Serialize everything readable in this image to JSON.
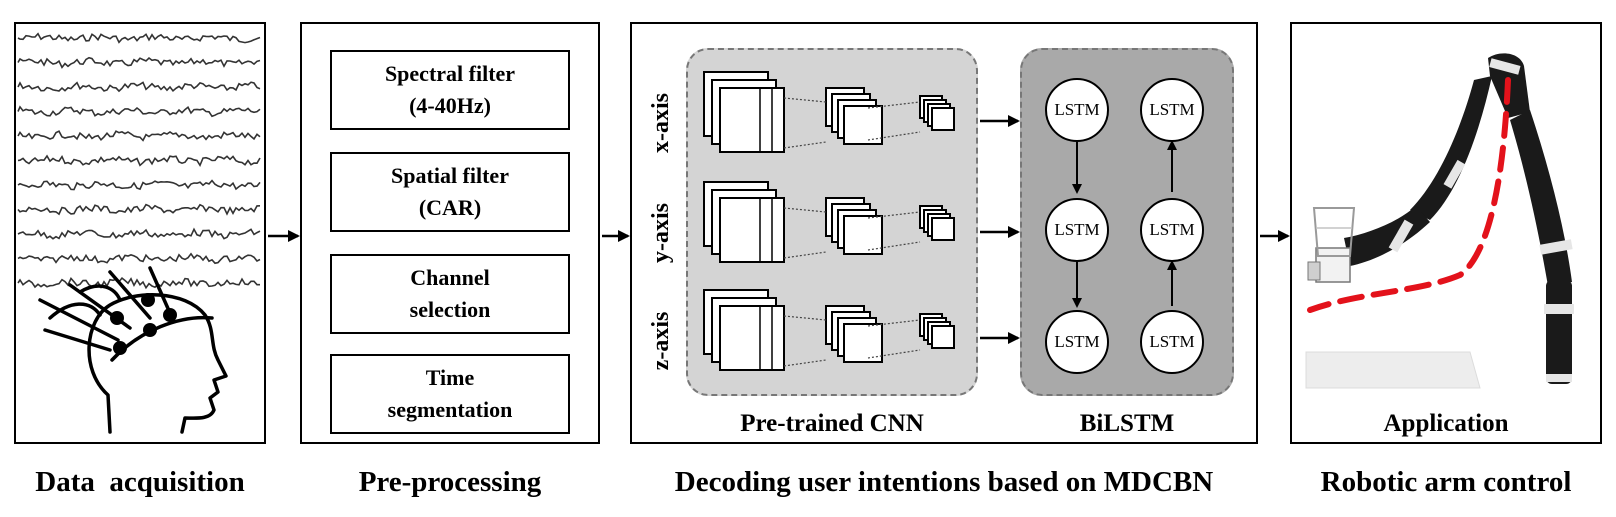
{
  "sections": {
    "data_acquisition": "Data  acquisition",
    "pre_processing": "Pre-processing",
    "decoding": "Decoding user intentions based on MDCBN",
    "robotic": "Robotic arm control"
  },
  "preprocessing_steps": [
    {
      "line1": "Spectral filter",
      "line2": "(4-40Hz)"
    },
    {
      "line1": "Spatial filter",
      "line2": "(CAR)"
    },
    {
      "line1": "Channel",
      "line2": "selection"
    },
    {
      "line1": "Time",
      "line2": "segmentation"
    }
  ],
  "axes": [
    "x-axis",
    "y-axis",
    "z-axis"
  ],
  "cnn_label": "Pre-trained CNN",
  "bilstm_label": "BiLSTM",
  "lstm_label": "LSTM",
  "application_label": "Application"
}
